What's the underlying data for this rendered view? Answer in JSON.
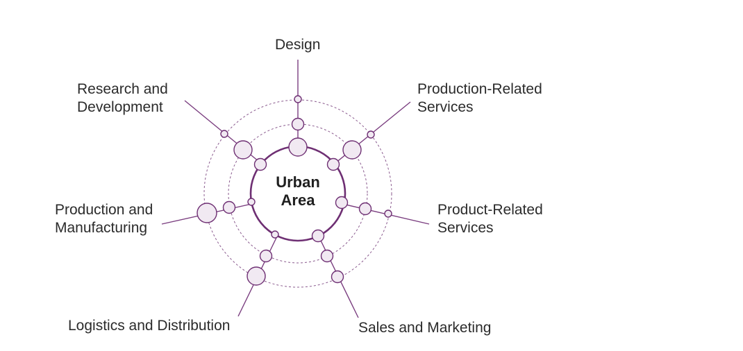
{
  "center": {
    "line1": "Urban",
    "line2": "Area"
  },
  "branches": [
    {
      "id": "design",
      "lines": [
        "Design"
      ]
    },
    {
      "id": "production-related-services",
      "lines": [
        "Production-Related",
        "Services"
      ]
    },
    {
      "id": "product-related-services",
      "lines": [
        "Product-Related",
        "Services"
      ]
    },
    {
      "id": "sales-and-marketing",
      "lines": [
        "Sales and Marketing"
      ]
    },
    {
      "id": "logistics-and-distribution",
      "lines": [
        "Logistics and Distribution"
      ]
    },
    {
      "id": "production-and-manufacturing",
      "lines": [
        "Production and",
        "Manufacturing"
      ]
    },
    {
      "id": "research-and-development",
      "lines": [
        "Research and",
        "Development"
      ]
    }
  ],
  "colors": {
    "accent": "#6e2f73",
    "node_fill": "#f1e9f2",
    "text": "#2b2b2b"
  }
}
